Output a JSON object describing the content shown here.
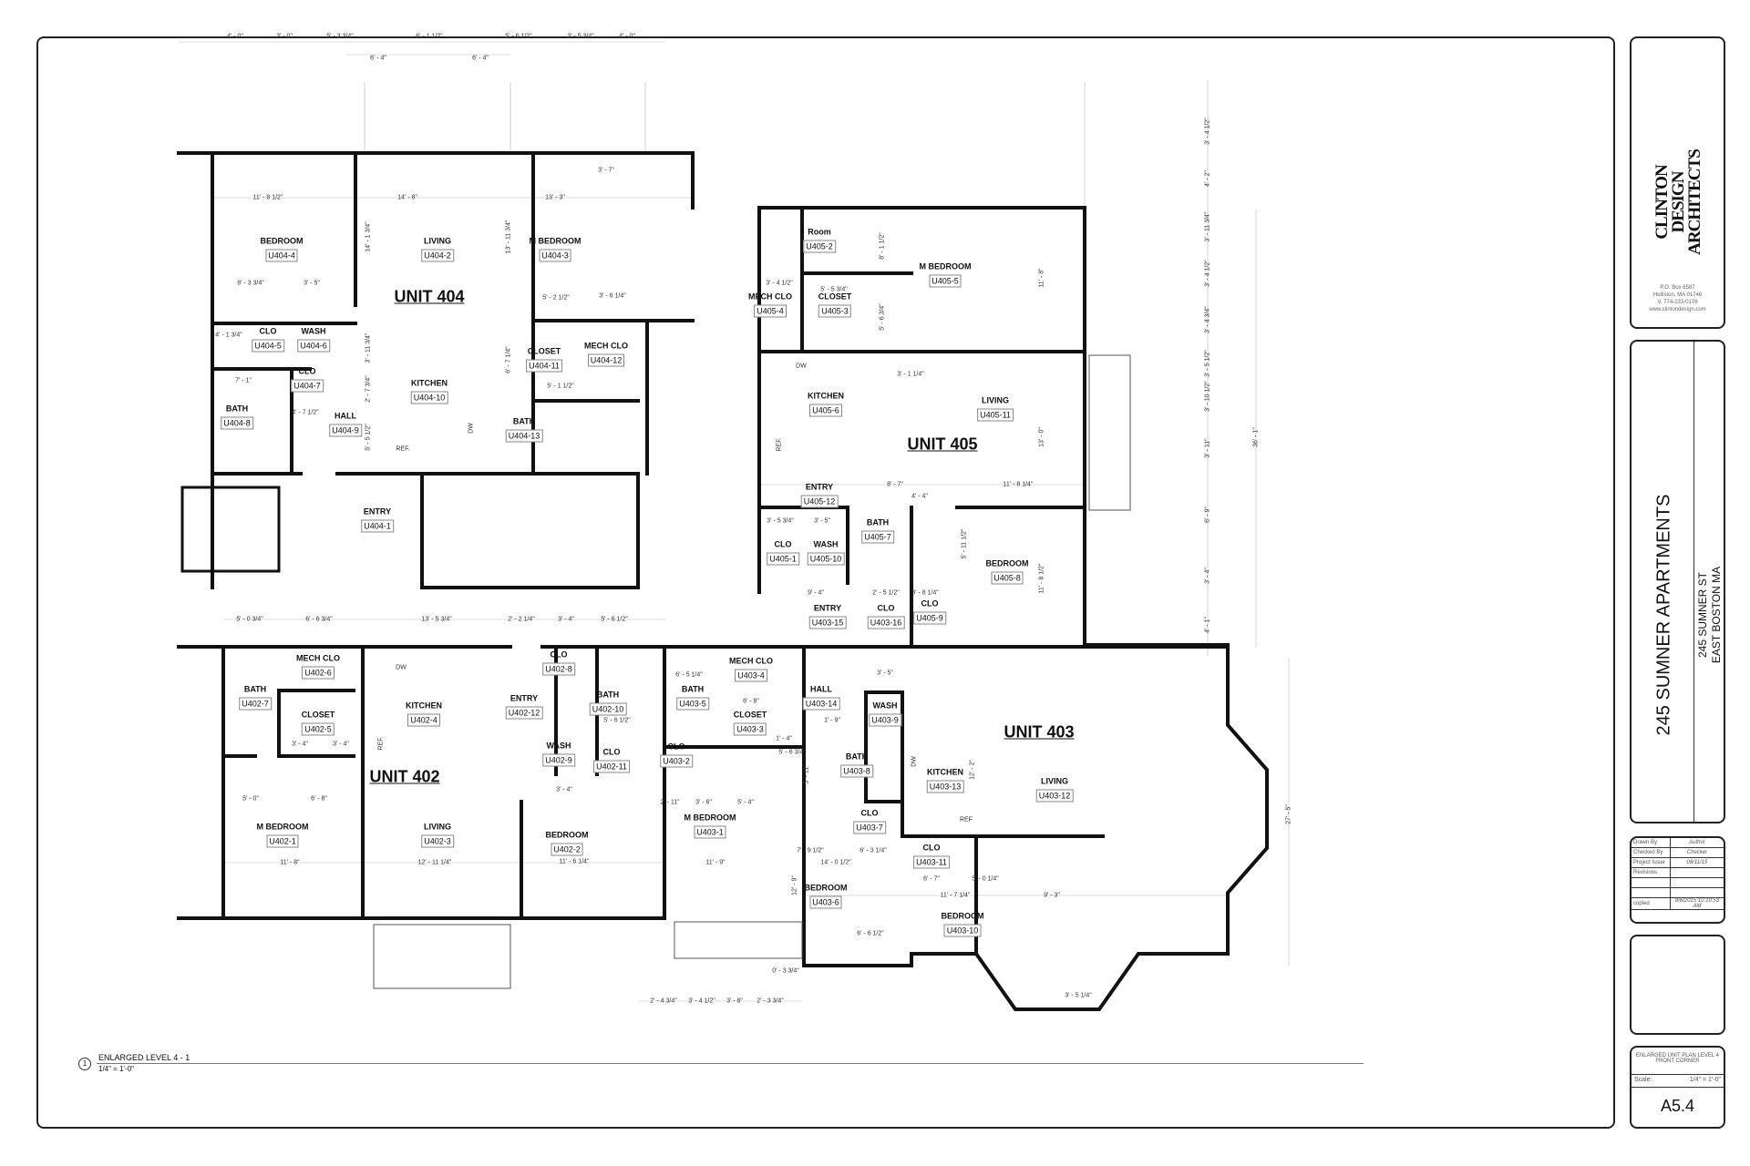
{
  "drawing": {
    "caption_number": "1",
    "caption_title": "ENLARGED LEVEL 4 - 1",
    "caption_scale": "1/4\" = 1'-0\""
  },
  "units": [
    {
      "title": "UNIT 404"
    },
    {
      "title": "UNIT 405"
    },
    {
      "title": "UNIT 402"
    },
    {
      "title": "UNIT 403"
    }
  ],
  "rooms": [
    {
      "name": "BEDROOM",
      "tag": "U404-4"
    },
    {
      "name": "LIVING",
      "tag": "U404-2"
    },
    {
      "name": "M BEDROOM",
      "tag": "U404-3"
    },
    {
      "name": "CLO",
      "tag": "U404-5"
    },
    {
      "name": "WASH",
      "tag": "U404-6"
    },
    {
      "name": "CLO",
      "tag": "U404-7"
    },
    {
      "name": "BATH",
      "tag": "U404-8"
    },
    {
      "name": "HALL",
      "tag": "U404-9"
    },
    {
      "name": "KITCHEN",
      "tag": "U404-10"
    },
    {
      "name": "CLOSET",
      "tag": "U404-11"
    },
    {
      "name": "MECH CLO",
      "tag": "U404-12"
    },
    {
      "name": "BATH",
      "tag": "U404-13"
    },
    {
      "name": "ENTRY",
      "tag": "U404-1"
    },
    {
      "name": "Room",
      "tag": "U405-2"
    },
    {
      "name": "M BEDROOM",
      "tag": "U405-5"
    },
    {
      "name": "MECH CLO",
      "tag": "U405-4"
    },
    {
      "name": "CLOSET",
      "tag": "U405-3"
    },
    {
      "name": "KITCHEN",
      "tag": "U405-6"
    },
    {
      "name": "LIVING",
      "tag": "U405-11"
    },
    {
      "name": "ENTRY",
      "tag": "U405-12"
    },
    {
      "name": "CLO",
      "tag": "U405-1"
    },
    {
      "name": "WASH",
      "tag": "U405-10"
    },
    {
      "name": "BATH",
      "tag": "U405-7"
    },
    {
      "name": "BEDROOM",
      "tag": "U405-8"
    },
    {
      "name": "ENTRY",
      "tag": "U403-15"
    },
    {
      "name": "CLO",
      "tag": "U403-16"
    },
    {
      "name": "CLO",
      "tag": "U405-9"
    },
    {
      "name": "MECH CLO",
      "tag": "U402-6"
    },
    {
      "name": "BATH",
      "tag": "U402-7"
    },
    {
      "name": "CLOSET",
      "tag": "U402-5"
    },
    {
      "name": "KITCHEN",
      "tag": "U402-4"
    },
    {
      "name": "ENTRY",
      "tag": "U402-12"
    },
    {
      "name": "CLO",
      "tag": "U402-8"
    },
    {
      "name": "BATH",
      "tag": "U402-10"
    },
    {
      "name": "WASH",
      "tag": "U402-9"
    },
    {
      "name": "CLO",
      "tag": "U402-11"
    },
    {
      "name": "M BEDROOM",
      "tag": "U402-1"
    },
    {
      "name": "LIVING",
      "tag": "U402-3"
    },
    {
      "name": "BEDROOM",
      "tag": "U402-2"
    },
    {
      "name": "MECH CLO",
      "tag": "U403-4"
    },
    {
      "name": "BATH",
      "tag": "U403-5"
    },
    {
      "name": "CLOSET",
      "tag": "U403-3"
    },
    {
      "name": "CLO",
      "tag": "U403-2"
    },
    {
      "name": "HALL",
      "tag": "U403-14"
    },
    {
      "name": "WASH",
      "tag": "U403-9"
    },
    {
      "name": "BATH",
      "tag": "U403-8"
    },
    {
      "name": "KITCHEN",
      "tag": "U403-13"
    },
    {
      "name": "LIVING",
      "tag": "U403-12"
    },
    {
      "name": "M BEDROOM",
      "tag": "U403-1"
    },
    {
      "name": "CLO",
      "tag": "U403-7"
    },
    {
      "name": "CLO",
      "tag": "U403-11"
    },
    {
      "name": "BEDROOM",
      "tag": "U403-6"
    },
    {
      "name": "BEDROOM",
      "tag": "U403-10"
    }
  ],
  "fixture_labels": [
    "DW",
    "REF.",
    "DW",
    "REF.",
    "DW",
    "REF.",
    "DW",
    "REF"
  ],
  "dimensions": [
    "11' - 8 1/2\"",
    "14' - 8\"",
    "13' - 3\"",
    "3' - 7\"",
    "8' - 3 3/4\"",
    "3' - 5\"",
    "5' - 2 1/2\"",
    "3' - 6 1/4\"",
    "4' - 1 3/4\"",
    "7' - 1\"",
    "4' - 7 1/2\"",
    "5' - 1 1/2\"",
    "14' - 1 3/4\"",
    "13' - 11 3/4\"",
    "3' - 11 3/4\"",
    "2' - 7 3/4\"",
    "5' - 5 1/2\"",
    "6' - 7 1/4\"",
    "3' - 4 1/2\"",
    "5' - 5 3/4\"",
    "3' - 1 1/4\"",
    "8' - 7\"",
    "11' - 8 1/4\"",
    "4' - 4\"",
    "3' - 5 3/4\"",
    "3' - 5\"",
    "9' - 4\"",
    "2' - 5 1/2\"",
    "3' - 8 1/4\"",
    "8' - 1 1/2\"",
    "11' - 8\"",
    "5' - 6 3/4\"",
    "13' - 0\"",
    "5' - 11 1/2\"",
    "11' - 8 1/2\"",
    "5' - 0 3/4\"",
    "6' - 6 3/4\"",
    "13' - 5 3/4\"",
    "2' - 2 1/4\"",
    "3' - 4\"",
    "5' - 6 1/2\"",
    "3' - 4\"",
    "3' - 4\"",
    "5' - 0\"",
    "6' - 8\"",
    "11' - 8\"",
    "12' - 11 1/4\"",
    "11' - 6 1/4\"",
    "3' - 4\"",
    "5' - 6 1/2\"",
    "6' - 5 1/4\"",
    "6' - 8\"",
    "3' - 5\"",
    "1' - 9\"",
    "1' - 4\"",
    "5' - 6 3/4\"",
    "2' - 11\"",
    "3' - 6\"",
    "5' - 4\"",
    "11' - 9\"",
    "7' - 9 1/2\"",
    "6' - 3 1/4\"",
    "14' - 0 1/2\"",
    "6' - 7\"",
    "5' - 0 1/4\"",
    "11' - 7 1/4\"",
    "9' - 3\"",
    "6' - 6 1/2\"",
    "0' - 3 3/4\"",
    "2' - 4 3/4\"",
    "3' - 4 1/2\"",
    "3' - 8\"",
    "2' - 3 3/4\"",
    "3' - 5 1/4\"",
    "4' - 0\"",
    "3' - 0\"",
    "5' - 3 3/4\"",
    "6' - 1 1/2\"",
    "5' - 6 1/2\"",
    "3' - 5 3/4\"",
    "4' - 0\"",
    "6' - 4\"",
    "6' - 4\"",
    "3' - 4 1/2\"",
    "4' - 2\"",
    "3' - 11 3/4\"",
    "3' - 4 1/2\"",
    "3' - 4 3/4\"",
    "3' - 5 1/2\"",
    "3' - 10 1/2\"",
    "3' - 11\"",
    "6' - 9\"",
    "3' - 4\"",
    "4' - 1\"",
    "36' - 1\"",
    "27' - 5\"",
    "12' - 2\"",
    "12' - 9\"",
    "5' - 11\""
  ],
  "title_block": {
    "logo_text": "CLINTON DESIGN ARCHITECTS",
    "firm_address": [
      "P.O. Box 6587",
      "Holliston, MA 01746",
      "V. 774-233-0176",
      "www.clintondesign.com"
    ],
    "project_name": "245 SUMNER APARTMENTS",
    "project_address_1": "245 SUMNER ST",
    "project_address_2": "EAST BOSTON MA",
    "info": [
      {
        "label": "Drawn By",
        "value": "Author"
      },
      {
        "label": "Checked By",
        "value": "Checker"
      },
      {
        "label": "Project Issue",
        "value": "08/11/15"
      },
      {
        "label": "Revisions",
        "value": ""
      },
      {
        "label": "",
        "value": ""
      },
      {
        "label": "",
        "value": ""
      },
      {
        "label": "copied",
        "value": "8/6/2015 10:10:53 AM"
      }
    ],
    "sheet_title": "ENLARGED UNIT PLAN LEVEL 4 FRONT CORNER",
    "scale_label": "Scale:",
    "scale_value": "1/4\" = 1'-0\"",
    "sheet_number": "A5.4",
    "logo_colors": {
      "blue": "#3a9ad9",
      "gray": "#b8b8b8"
    }
  }
}
